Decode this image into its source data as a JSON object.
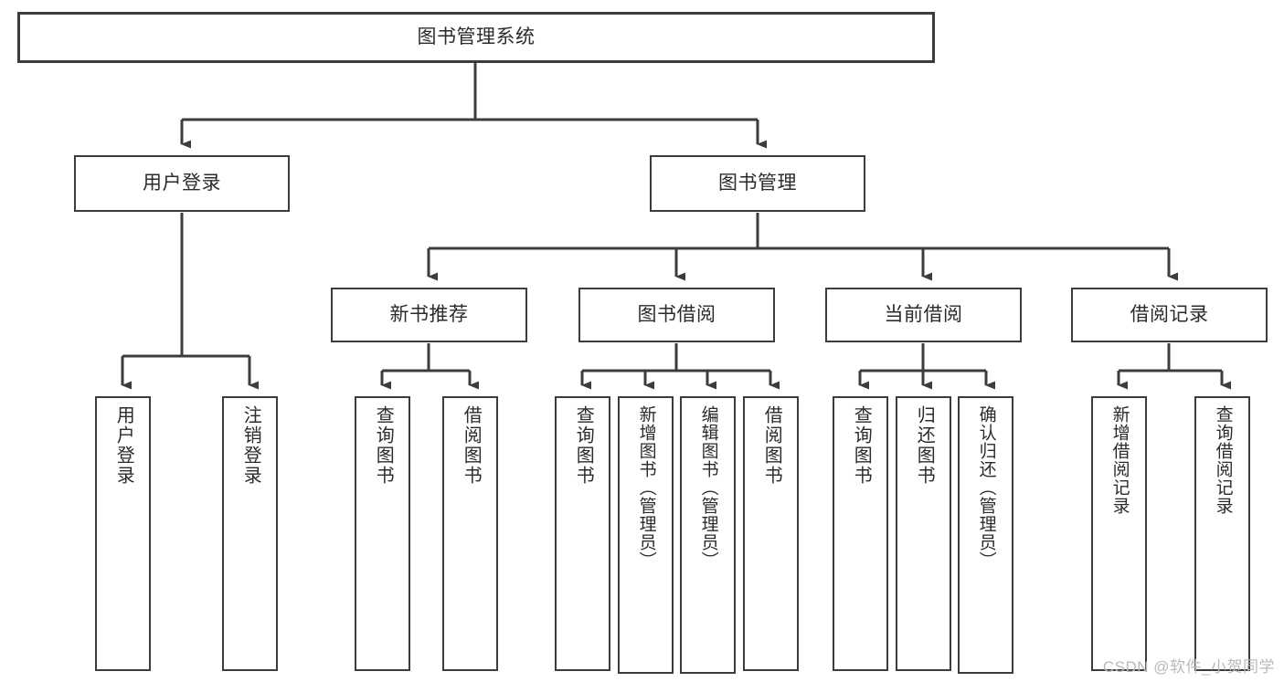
{
  "diagram": {
    "title": "图书管理系统",
    "watermark": "CSDN @软件_小贺同学",
    "accent_color": "#3c3c3c",
    "text_color": "#2b2b2b",
    "background_color": "#ffffff"
  },
  "nodes": {
    "root": {
      "label": "图书管理系统"
    },
    "level1": [
      {
        "label": "用户登录"
      },
      {
        "label": "图书管理"
      }
    ],
    "level2": [
      {
        "label": "新书推荐"
      },
      {
        "label": "图书借阅"
      },
      {
        "label": "当前借阅"
      },
      {
        "label": "借阅记录"
      }
    ],
    "leaves": {
      "user_login": [
        {
          "label": "用户登录"
        },
        {
          "label": "注销登录"
        }
      ],
      "new_book_recommend": [
        {
          "label": "查询图书"
        },
        {
          "label": "借阅图书"
        }
      ],
      "book_borrow": [
        {
          "label": "查询图书"
        },
        {
          "label": "新增图书（管理员）"
        },
        {
          "label": "编辑图书（管理员）"
        },
        {
          "label": "借阅图书"
        }
      ],
      "current_borrow": [
        {
          "label": "查询图书"
        },
        {
          "label": "归还图书"
        },
        {
          "label": "确认归还（管理员）"
        }
      ],
      "borrow_record": [
        {
          "label": "新增借阅记录"
        },
        {
          "label": "查询借阅记录"
        }
      ]
    }
  },
  "chart_data": {
    "type": "tree",
    "title": "图书管理系统",
    "root": "图书管理系统",
    "edges": [
      {
        "from": "图书管理系统",
        "to": "用户登录"
      },
      {
        "from": "图书管理系统",
        "to": "图书管理"
      },
      {
        "from": "用户登录",
        "to": "用户登录(叶)"
      },
      {
        "from": "用户登录",
        "to": "注销登录"
      },
      {
        "from": "图书管理",
        "to": "新书推荐"
      },
      {
        "from": "图书管理",
        "to": "图书借阅"
      },
      {
        "from": "图书管理",
        "to": "当前借阅"
      },
      {
        "from": "图书管理",
        "to": "借阅记录"
      },
      {
        "from": "新书推荐",
        "to": "查询图书"
      },
      {
        "from": "新书推荐",
        "to": "借阅图书"
      },
      {
        "from": "图书借阅",
        "to": "查询图书"
      },
      {
        "from": "图书借阅",
        "to": "新增图书（管理员）"
      },
      {
        "from": "图书借阅",
        "to": "编辑图书（管理员）"
      },
      {
        "from": "图书借阅",
        "to": "借阅图书"
      },
      {
        "from": "当前借阅",
        "to": "查询图书"
      },
      {
        "from": "当前借阅",
        "to": "归还图书"
      },
      {
        "from": "当前借阅",
        "to": "确认归还（管理员）"
      },
      {
        "from": "借阅记录",
        "to": "新增借阅记录"
      },
      {
        "from": "借阅记录",
        "to": "查询借阅记录"
      }
    ],
    "levels": 4,
    "node_count": 20
  }
}
